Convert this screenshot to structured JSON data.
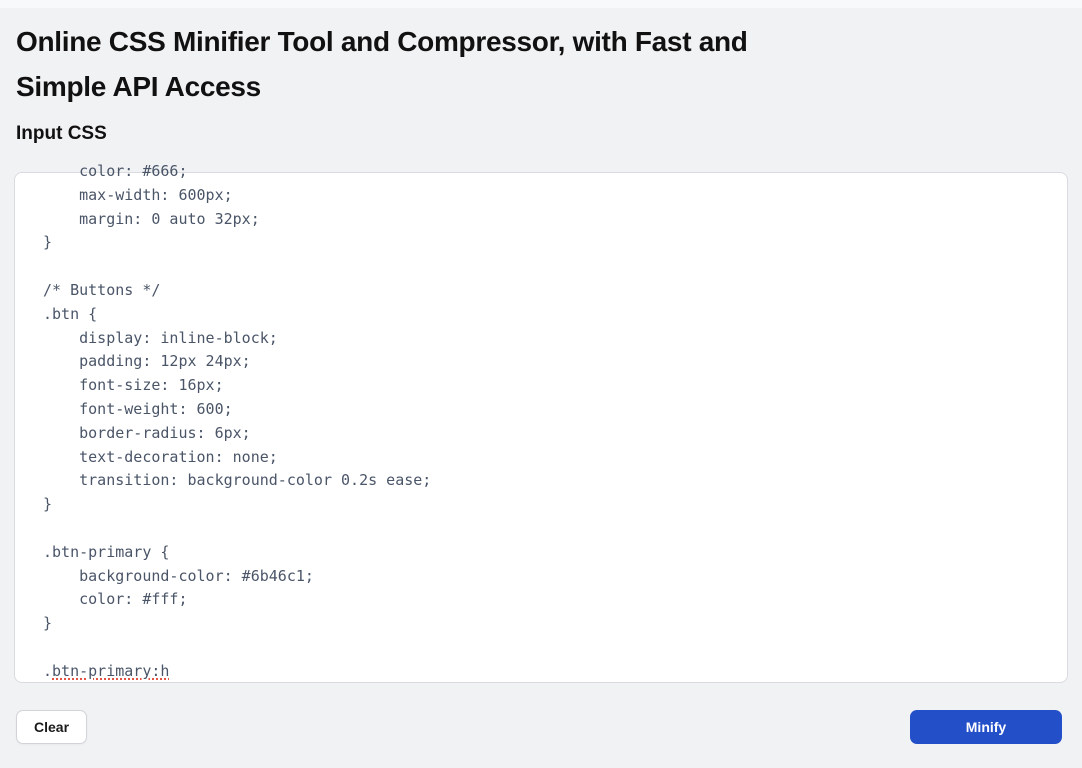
{
  "header": {
    "title": "Online CSS Minifier Tool and Compressor, with Fast and Simple API Access",
    "title_lines": [
      "Online CSS Minifier Tool and Compressor, with Fast and",
      "Simple API Access"
    ],
    "input_label": "Input CSS"
  },
  "editor": {
    "code_lines": [
      "    color: #666;",
      "    max-width: 600px;",
      "    margin: 0 auto 32px;",
      "}",
      "",
      "/* Buttons */",
      ".btn {",
      "    display: inline-block;",
      "    padding: 12px 24px;",
      "    font-size: 16px;",
      "    font-weight: 600;",
      "    border-radius: 6px;",
      "    text-decoration: none;",
      "    transition: background-color 0.2s ease;",
      "}",
      "",
      ".btn-primary {",
      "    background-color: #6b46c1;",
      "    color: #fff;",
      "}",
      "",
      ".btn-primary:h"
    ],
    "misspelled_segment": "btn-primary:h"
  },
  "actions": {
    "clear_label": "Clear",
    "minify_label": "Minify"
  },
  "colors": {
    "accent_blue": "#2350c8",
    "code_text": "#4a5568",
    "page_background": "#f1f2f4",
    "spellcheck_red": "#e25544"
  }
}
